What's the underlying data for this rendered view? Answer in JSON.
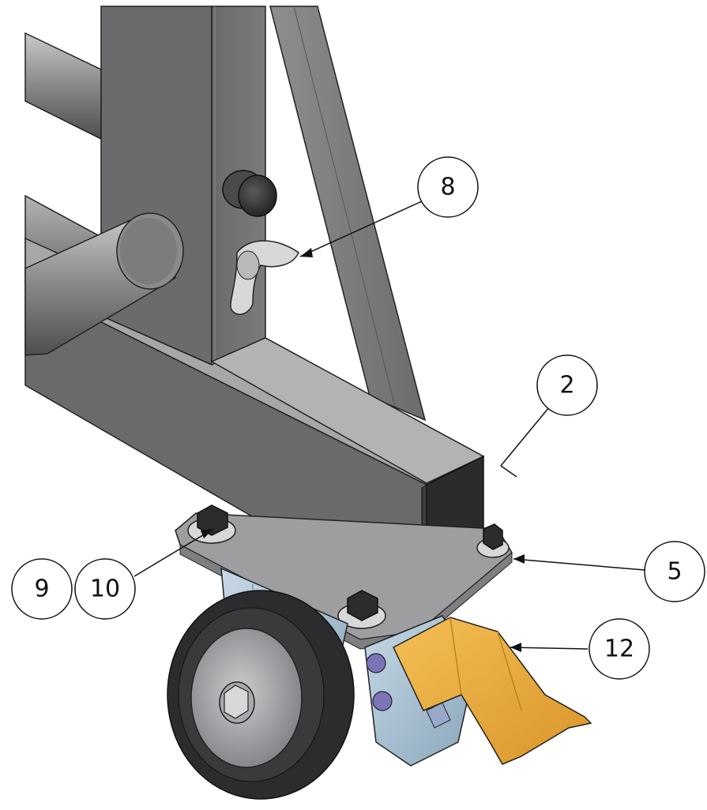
{
  "drawing": {
    "subject": "frame-leg-with-braked-castor",
    "balloons": [
      {
        "id": "balloon-8",
        "label": "8",
        "part": "wing-screw"
      },
      {
        "id": "balloon-2",
        "label": "2",
        "part": "end-cap"
      },
      {
        "id": "balloon-9",
        "label": "9",
        "part": "flange-nut"
      },
      {
        "id": "balloon-10",
        "label": "10",
        "part": "washer"
      },
      {
        "id": "balloon-5",
        "label": "5",
        "part": "castor-top-plate"
      },
      {
        "id": "balloon-12",
        "label": "12",
        "part": "brake-pedal"
      }
    ],
    "colors": {
      "frame_steel": "#6e6e70",
      "frame_light": "#9a9a9c",
      "end_cap": "#2b2b2d",
      "castor_zinc": "#a9c3d6",
      "brake_pedal": "#e9ab3c",
      "tyre": "#2c2c2e",
      "wheel_hub": "#8b8d90",
      "leader_line": "#111111"
    }
  }
}
